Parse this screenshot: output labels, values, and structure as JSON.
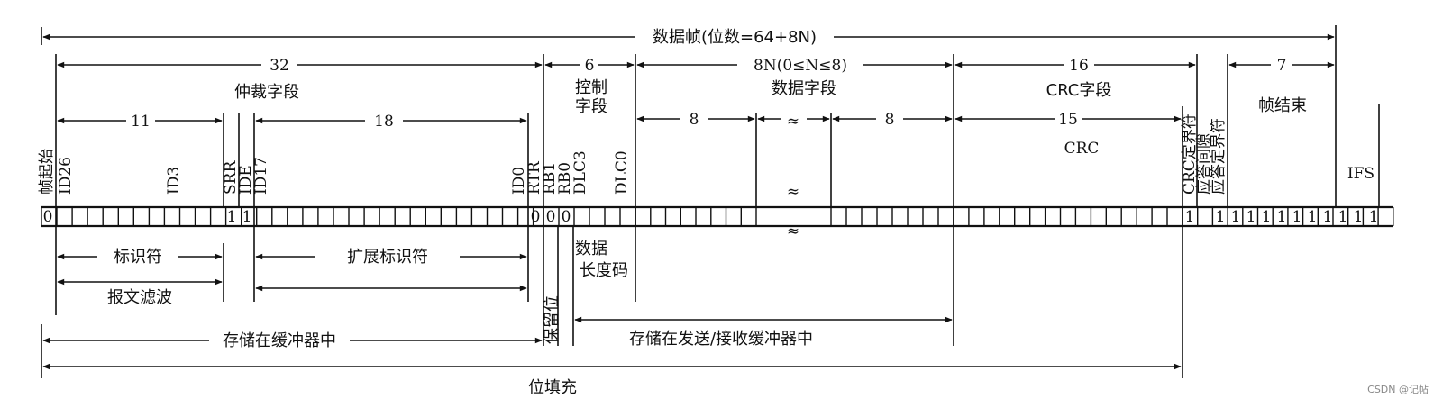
{
  "title": "数据帧(位数=64+8N)",
  "arbitration": {
    "bits": "32",
    "label": "仲裁字段",
    "id_bits": "11",
    "ext_bits": "18"
  },
  "control": {
    "bits": "6",
    "label_l1": "控制",
    "label_l2": "字段"
  },
  "data_field": {
    "bits": "8N(0≤N≤8)",
    "label": "数据字段",
    "byte1": "8",
    "byte2": "8"
  },
  "crc_field": {
    "bits": "16",
    "label": "CRC字段",
    "crc_bits": "15",
    "crc_label": "CRC"
  },
  "eof": {
    "bits": "7",
    "label": "帧结束"
  },
  "vertical_labels": {
    "sof": "帧起始",
    "id26": "ID26",
    "id3": "ID3",
    "srr": "SRR",
    "ide": "IDE",
    "id17": "ID17",
    "id0": "ID0",
    "rtr": "RTR",
    "rb1": "RB1",
    "rb0": "RB0",
    "dlc3": "DLC3",
    "dlc0": "DLC0",
    "crc_delim": "CRC定界符",
    "ack_slot": "应答间隙",
    "ack_delim": "应答定界符"
  },
  "ifs": "IFS",
  "bit_values": {
    "zero": "0",
    "one": "1"
  },
  "lower": {
    "identifier": "标识符",
    "ext_identifier": "扩展标识符",
    "msg_filter": "报文滤波",
    "data_len_l1": "数据",
    "data_len_l2": "长度码",
    "reserved": "保留位",
    "stored_buffer": "存储在缓冲器中",
    "stored_txrx": "存储在发送/接收缓冲器中",
    "bit_stuffing": "位填充"
  },
  "watermark": "CSDN @记帖"
}
